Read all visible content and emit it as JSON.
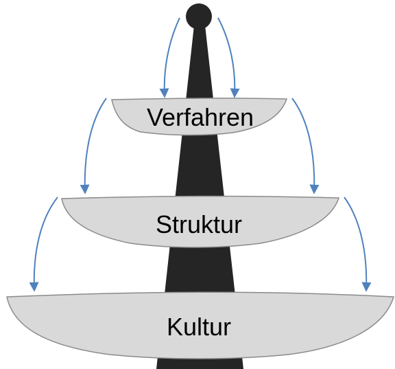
{
  "diagram": {
    "levels": [
      {
        "label": "Verfahren"
      },
      {
        "label": "Struktur"
      },
      {
        "label": "Kultur"
      }
    ]
  },
  "colors": {
    "pillar": "#252525",
    "bowl_fill": "#d9d9d9",
    "bowl_stroke": "#8a8a8a",
    "arrow": "#4f81bd",
    "text": "#000000"
  },
  "icons": {
    "top": "ball-icon",
    "flow": "curved-arrow-icon"
  }
}
